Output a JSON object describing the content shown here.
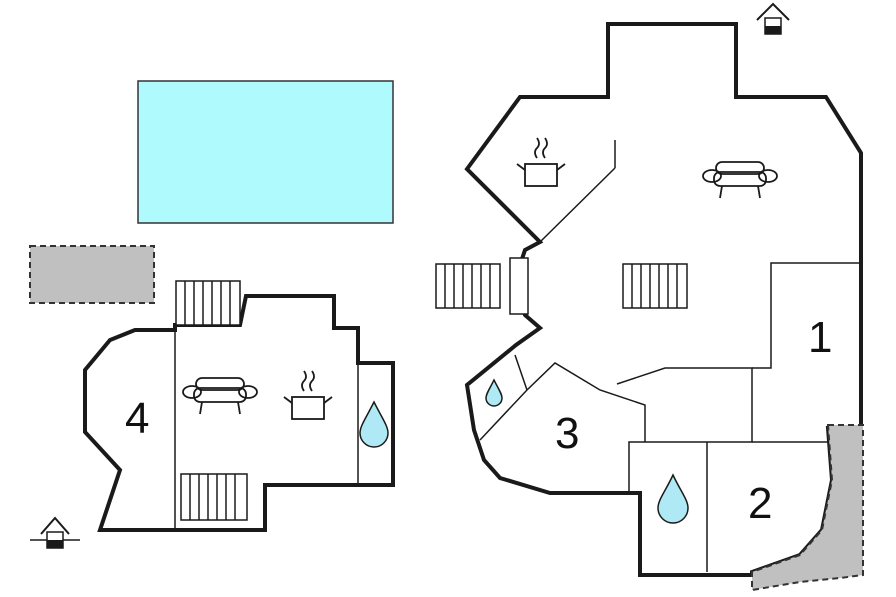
{
  "rooms": [
    {
      "id": "room-1",
      "label": "1"
    },
    {
      "id": "room-2",
      "label": "2"
    },
    {
      "id": "room-3",
      "label": "3"
    },
    {
      "id": "room-4",
      "label": "4"
    }
  ],
  "colors": {
    "pool": "#aefafc",
    "terrace": "#c0c0c0",
    "walls": "#1a1a1a",
    "water_drop": "#aee9f5"
  },
  "icons": [
    "entrance-icon",
    "sofa-icon",
    "kitchen-icon",
    "water-drop-icon",
    "stairs-icon"
  ]
}
